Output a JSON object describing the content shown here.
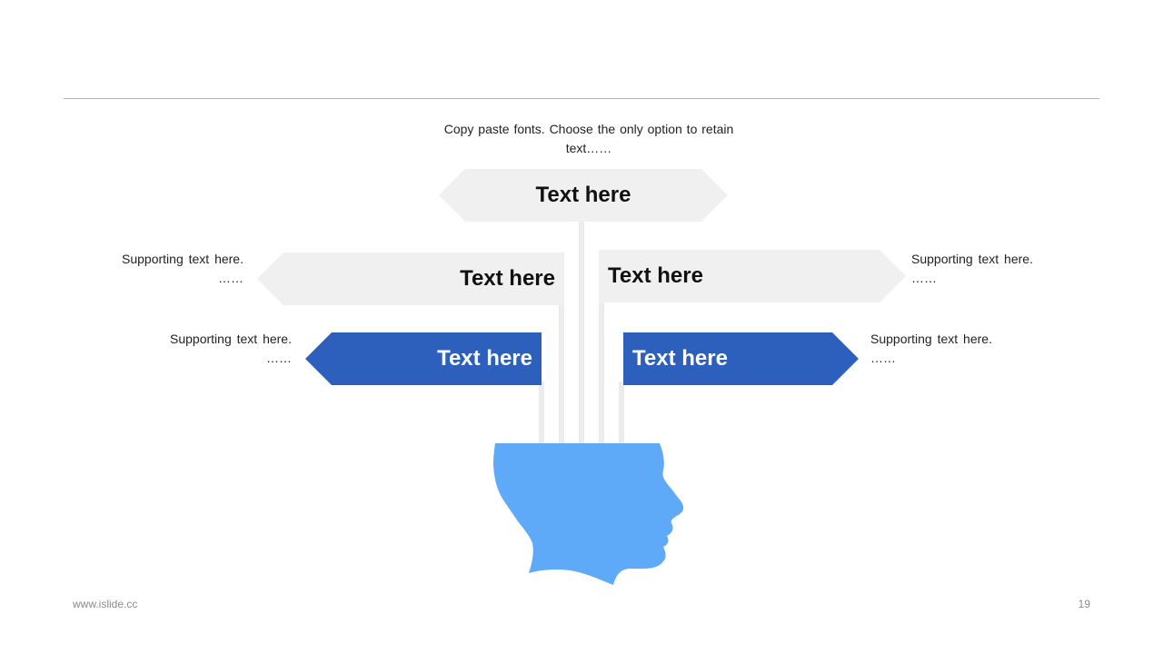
{
  "top_text": "Copy paste fonts. Choose the only option to retain text……",
  "signs": {
    "top": "Text here",
    "left_upper": "Text here",
    "right_upper": "Text here",
    "left_lower": "Text here",
    "right_lower": "Text here"
  },
  "supports": {
    "left_upper": {
      "line1": "Supporting text here.",
      "line2": "……"
    },
    "right_upper": {
      "line1": "Supporting text here.",
      "line2": "……"
    },
    "left_lower": {
      "line1": "Supporting text here.",
      "line2": "……"
    },
    "right_lower": {
      "line1": "Supporting text here.",
      "line2": "……"
    }
  },
  "footer": {
    "website": "www.islide.cc",
    "page_number": "19"
  },
  "colors": {
    "blue": "#2d60bc",
    "head": "#5eaaf8",
    "grey_sign": "#f0f0f0",
    "pole": "#ececec"
  },
  "icons": {
    "head": "human-head-profile-icon"
  }
}
